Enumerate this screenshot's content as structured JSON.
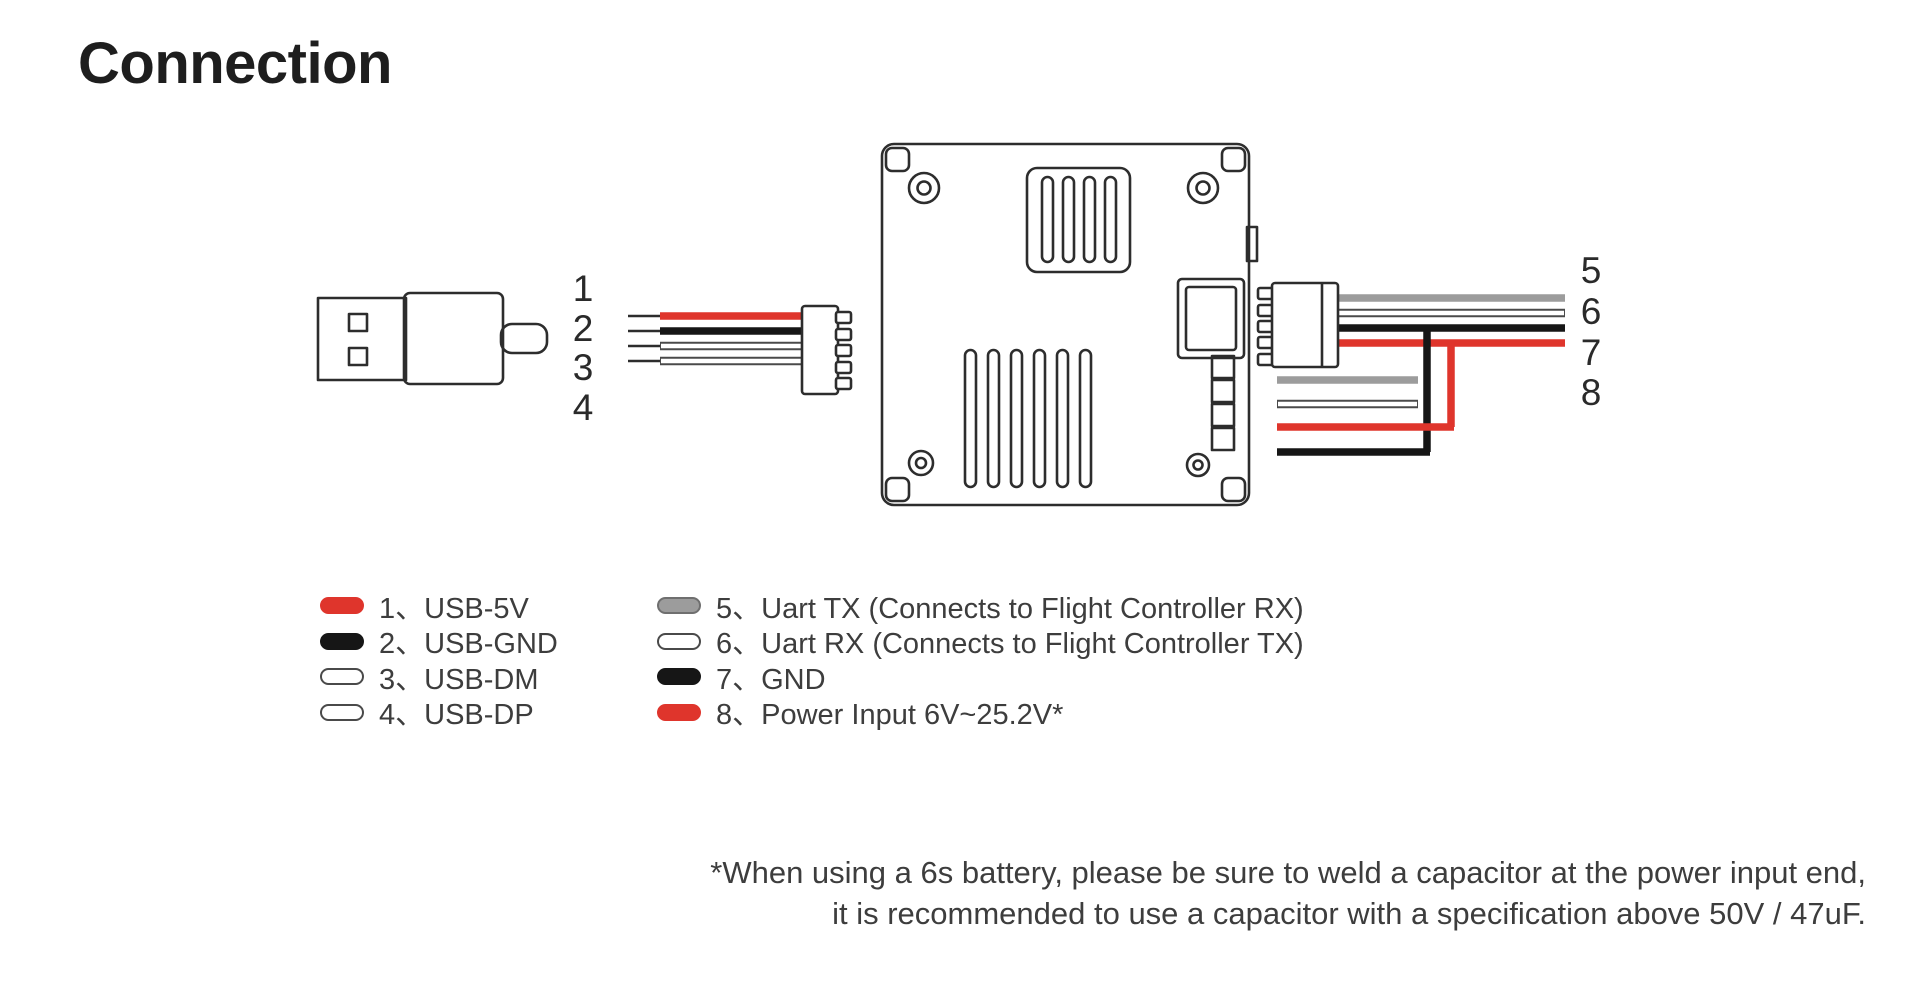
{
  "title": "Connection",
  "diagram": {
    "wire_numbers_left": [
      "1",
      "2",
      "3",
      "4"
    ],
    "wire_numbers_right": [
      "5",
      "6",
      "7",
      "8"
    ]
  },
  "legend": {
    "left": [
      {
        "text": "1、USB-5V",
        "swatch": "red"
      },
      {
        "text": "2、USB-GND",
        "swatch": "black"
      },
      {
        "text": "3、USB-DM",
        "swatch": "white"
      },
      {
        "text": "4、USB-DP",
        "swatch": "white"
      }
    ],
    "right": [
      {
        "text": "5、Uart TX (Connects to Flight Controller RX)",
        "swatch": "gray"
      },
      {
        "text": "6、Uart RX (Connects to Flight Controller TX)",
        "swatch": "white"
      },
      {
        "text": "7、GND",
        "swatch": "black"
      },
      {
        "text": "8、Power Input 6V~25.2V*",
        "swatch": "red"
      }
    ]
  },
  "footnote": {
    "line1": "*When using a 6s battery, please be sure to weld a capacitor at the power input end,",
    "line2": "it is recommended to use a capacitor with a specification above 50V / 47uF."
  },
  "colors": {
    "wire-red": "#df352c",
    "wire-black": "#161616",
    "wire-gray": "#9c9c9c",
    "wire-white": "#ffffff",
    "wire-outline": "#4a4a4a",
    "line": "#2d2d2d",
    "text": "#3d3d3d"
  }
}
